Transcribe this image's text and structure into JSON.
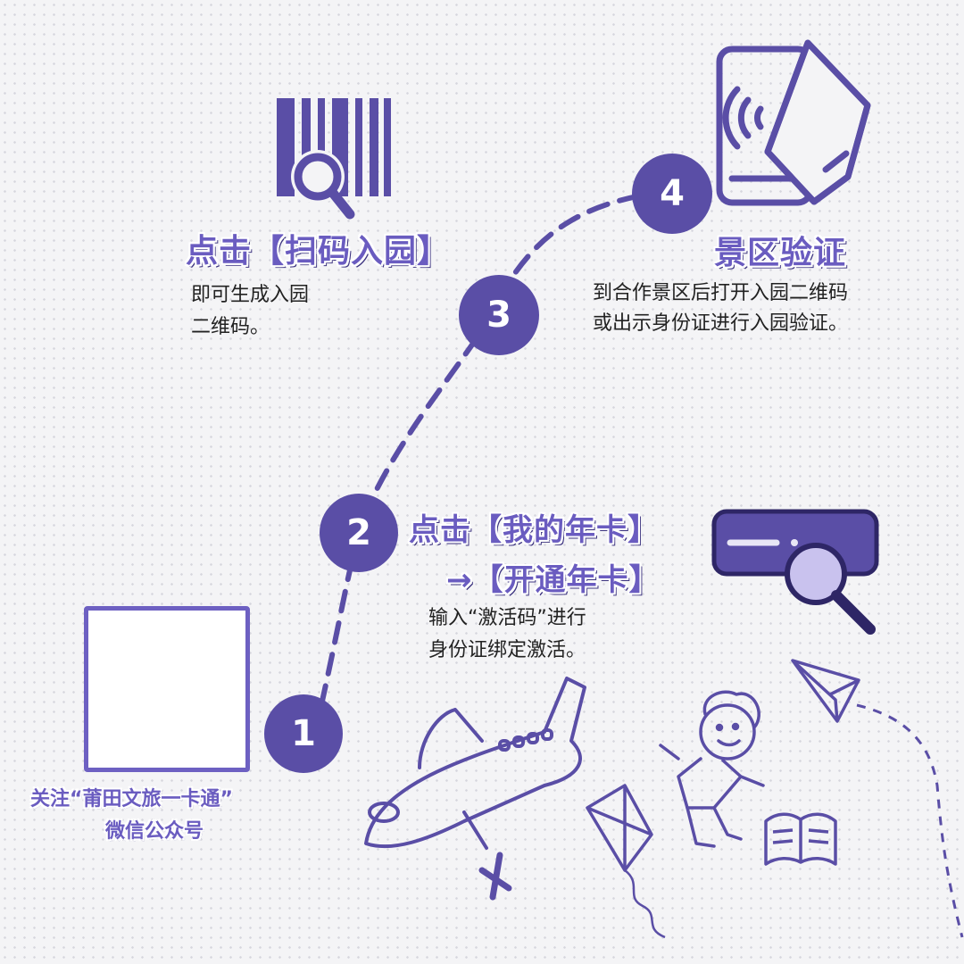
{
  "colors": {
    "primary": "#5a4ea6",
    "accent": "#6a5cc0",
    "dark": "#3d3480",
    "text": "#222222"
  },
  "steps": [
    {
      "number": "1",
      "label": "关注“莆田文旅一卡通”",
      "label2": "微信公众号",
      "icon": "qr-code-icon"
    },
    {
      "number": "2",
      "title_line1": "点击【我的年卡】",
      "title_line2": "→【开通年卡】",
      "desc_line1": "输入“激活码”进行",
      "desc_line2": "身份证绑定激活。",
      "icon": "card-search-icon"
    },
    {
      "number": "3",
      "title": "点击【扫码入园】",
      "desc_line1": "即可生成入园",
      "desc_line2": "二维码。",
      "icon": "barcode-scan-icon"
    },
    {
      "number": "4",
      "title": "景区验证",
      "desc_line1": "到合作景区后打开入园二维码",
      "desc_line2": "或出示身份证进行入园验证。",
      "icon": "nfc-phone-icon"
    }
  ]
}
